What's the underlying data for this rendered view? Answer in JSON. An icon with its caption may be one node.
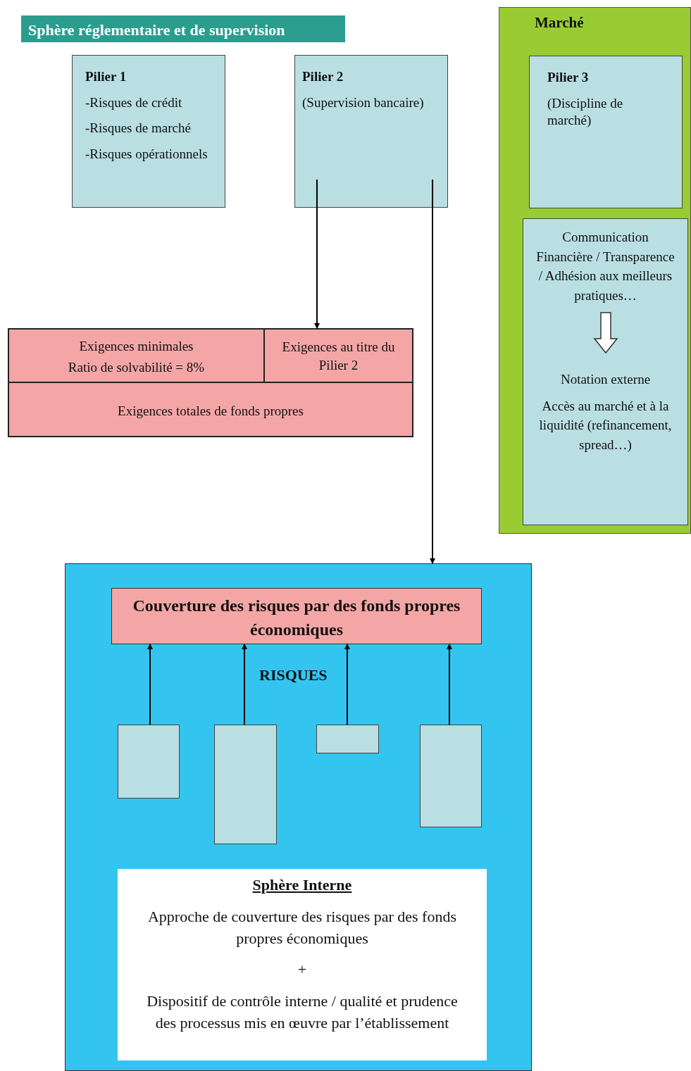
{
  "diagram": {
    "nodes": [
      {
        "text": [
          "Sphère réglementaire et de supervision"
        ]
      },
      {
        "text": [
          "Pilier 1",
          "-Risques de crédit",
          "-Risques de marché",
          "-Risques opérationnels"
        ]
      },
      {
        "text": [
          "Pilier 2",
          "(Supervision bancaire)"
        ]
      },
      {
        "text": [
          "Marché"
        ]
      },
      {
        "text": [
          "Pilier 3",
          "(Discipline de marché)"
        ],
        "in": 3
      },
      {
        "text": [
          "Communication Financière / Transparence / Adhésion aux meilleurs pratiques…",
          "Notation externe",
          "Accès au marché et à la liquidité (refinancement, spread…)"
        ],
        "in": 3
      },
      {
        "text": [
          "Exigences minimales",
          "Ratio de solvabilité = 8%"
        ]
      },
      {
        "text": [
          "Exigences au titre du Pilier 2"
        ]
      },
      {
        "text": [
          "Exigences totales de fonds propres"
        ]
      },
      {
        "text": [],
        "shape": "box"
      },
      {
        "text": [
          "Couverture des risques par des fonds propres économiques"
        ],
        "in": 9
      },
      {
        "text": [],
        "shape": "box",
        "in": 9
      },
      {
        "text": [],
        "shape": "box",
        "in": 9
      },
      {
        "text": [],
        "shape": "box",
        "in": 9
      },
      {
        "text": [],
        "shape": "box",
        "in": 9
      },
      {
        "text": [
          "Sphère Interne",
          "Approche de couverture des risques par des fonds propres économiques",
          "+",
          "Dispositif de contrôle interne / qualité et prudence des processus mis en œuvre par l’établissement"
        ],
        "in": 9
      }
    ],
    "edges": [
      {
        "from": 2,
        "to": 7,
        "arrow": "to"
      },
      {
        "from": 2,
        "to": 9,
        "arrow": "to"
      },
      {
        "from": 11,
        "to": 10,
        "arrow": "to"
      },
      {
        "from": 12,
        "to": 10,
        "arrow": "to"
      },
      {
        "from": 13,
        "to": 10,
        "arrow": "to"
      },
      {
        "from": 14,
        "to": 10,
        "arrow": "to"
      }
    ],
    "labels": [
      "RISQUES"
    ]
  }
}
